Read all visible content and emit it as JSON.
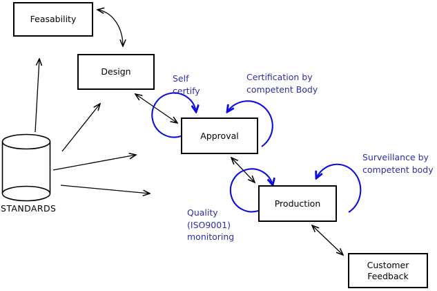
{
  "nodes": {
    "feasability": {
      "label": "Feasability"
    },
    "design": {
      "label": "Design"
    },
    "approval": {
      "label": "Approval"
    },
    "production": {
      "label": "Production"
    },
    "customer_feedback": {
      "lines": [
        "Customer",
        "Feedback"
      ]
    }
  },
  "datastore": {
    "label": "STANDARDS"
  },
  "annotations": {
    "self_certify": {
      "lines": [
        "Self",
        "certify"
      ]
    },
    "certification": {
      "lines": [
        "Certification by",
        "competent Body"
      ]
    },
    "surveillance": {
      "lines": [
        "Surveillance by",
        "competent body"
      ]
    },
    "quality": {
      "lines": [
        "Quality",
        "(ISO9001)",
        "monitoring"
      ]
    }
  },
  "colors": {
    "annotation_text": "#2d2da8",
    "loop_stroke": "#0d0ddd",
    "line": "#000000",
    "node_border": "#000000",
    "background": "#ffffff"
  }
}
